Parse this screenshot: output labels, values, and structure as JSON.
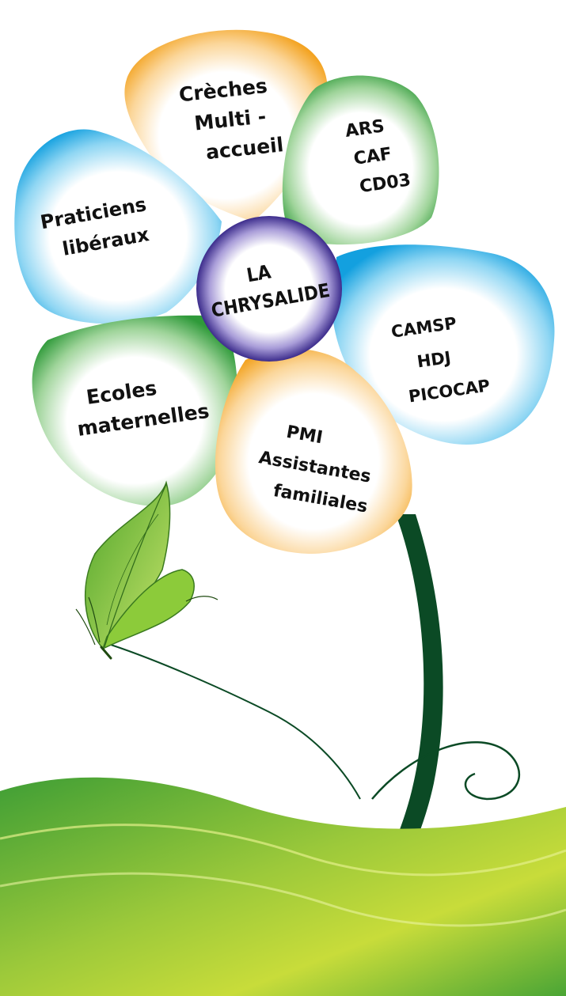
{
  "center": {
    "lines": [
      "LA",
      "CHRYSALIDE"
    ]
  },
  "petals": [
    {
      "id": "creches",
      "color": "orange",
      "lines": [
        "Crèches",
        "Multi -",
        "accueil"
      ]
    },
    {
      "id": "ars",
      "color": "green",
      "lines": [
        "ARS",
        "CAF",
        "CD03"
      ]
    },
    {
      "id": "praticiens",
      "color": "blue",
      "lines": [
        "Praticiens",
        "libéraux"
      ]
    },
    {
      "id": "camsp",
      "color": "blue",
      "lines": [
        "CAMSP",
        "HDJ",
        "PICOCAP"
      ]
    },
    {
      "id": "ecoles",
      "color": "green",
      "lines": [
        "Ecoles",
        "maternelles"
      ]
    },
    {
      "id": "pmi",
      "color": "orange",
      "lines": [
        "PMI",
        "Assistantes",
        "familiales"
      ]
    }
  ],
  "colors": {
    "orange": "#f3a321",
    "green": "#3a9a3a",
    "blue": "#1aa3e0",
    "center": "#4a3a9a",
    "stem": "#0b4a25",
    "hill_dark": "#3f9e35",
    "hill_light": "#c8dc3a",
    "butterfly": "#7bbd2a"
  },
  "decorations": [
    "butterfly-icon",
    "curl-tendril",
    "green-hills"
  ]
}
